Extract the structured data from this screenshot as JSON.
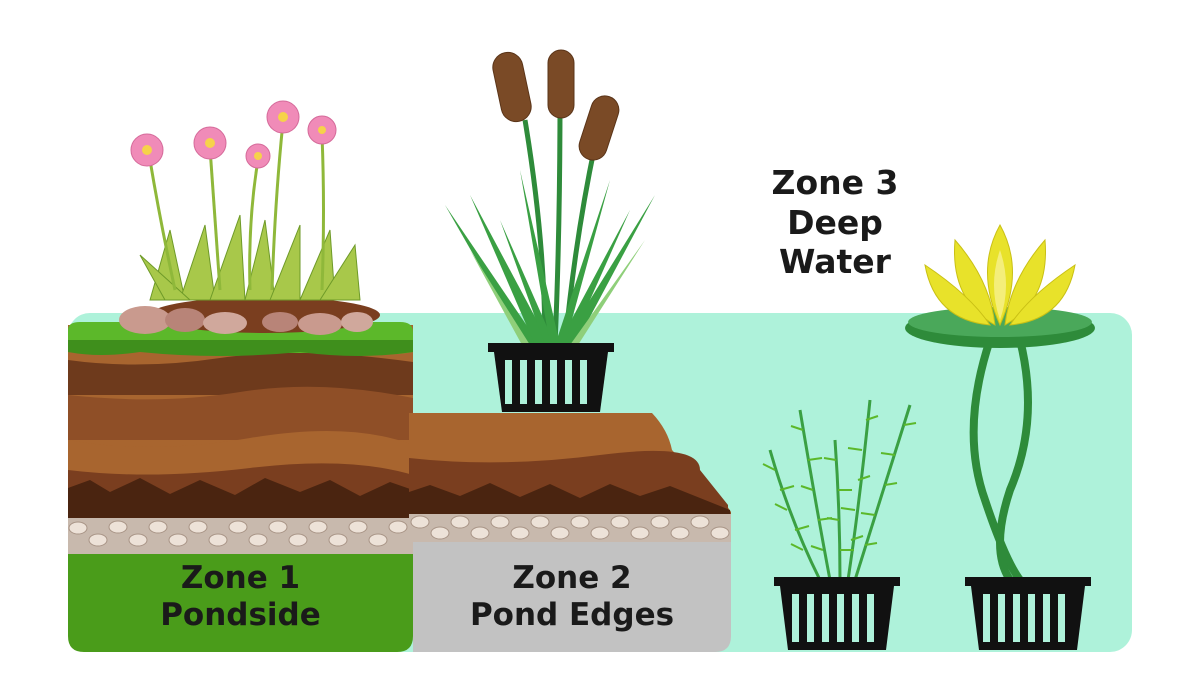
{
  "zones": [
    {
      "line1": "Zone 1",
      "line2": "Pondside"
    },
    {
      "line1": "Zone 2",
      "line2": "Pond Edges"
    },
    {
      "line1": "Zone 3",
      "line2": "Deep",
      "line3": "Water"
    }
  ],
  "colors": {
    "water": "#aef2da",
    "zone1_band": "#4a9c1a",
    "zone2_band": "#c2c2c2",
    "grass": "#5cb82a",
    "soil_dark": "#6e3a1c",
    "soil_mid": "#8f4f27",
    "soil_light": "#a8652f",
    "gravel": "#e9dcd2",
    "basket": "#111111",
    "lily_yellow": "#e8e22a",
    "lily_pad": "#2e8b3a",
    "cattail": "#7a4a26",
    "flower_pink": "#f08bb8"
  }
}
